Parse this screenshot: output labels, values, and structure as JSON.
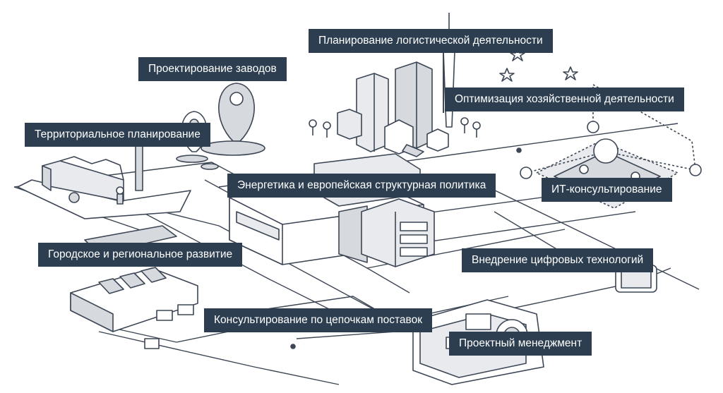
{
  "labels": {
    "logistics_planning": "Планирование логистической деятельности",
    "plant_design": "Проектирование заводов",
    "business_optimization": "Оптимизация хозяйственной деятельности",
    "territorial_planning": "Территориальное планирование",
    "energy_policy": "Энергетика и европейская структурная политика",
    "it_consulting": "ИТ-консультирование",
    "urban_development": "Городское и региональное развитие",
    "digital_technologies": "Внедрение цифровых технологий",
    "supply_chain": "Консультирование по цепочкам поставок",
    "project_management": "Проектный менеджмент"
  },
  "colors": {
    "label_bg": "#2c3e50",
    "label_text": "#ffffff",
    "line": "#3c4654",
    "fill_light": "#e8eaee",
    "fill_mid": "#d6d9de"
  }
}
